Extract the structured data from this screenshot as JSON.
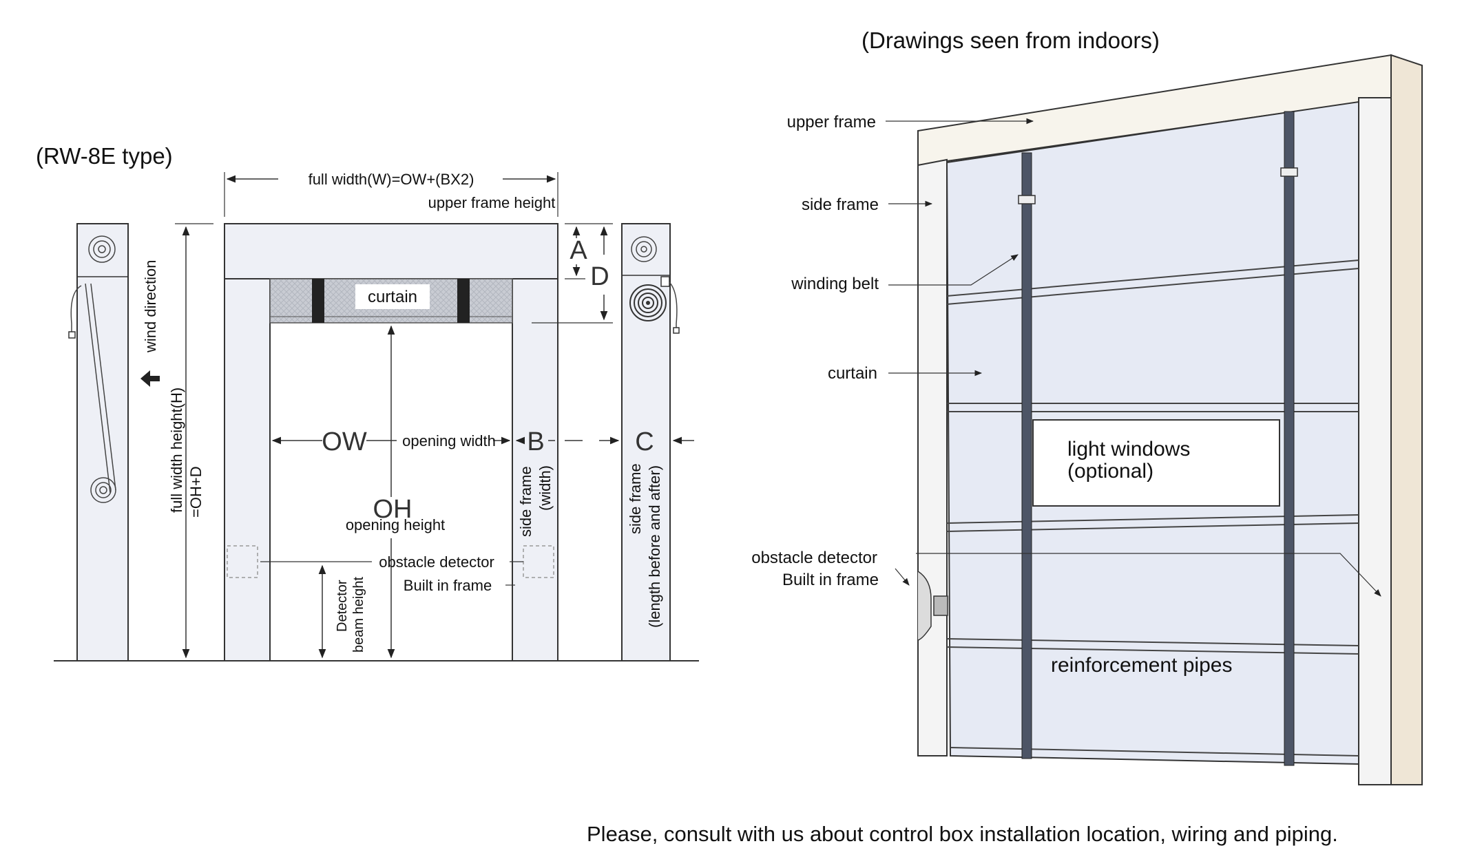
{
  "left": {
    "title": "(RW-8E type)",
    "full_width": "full width(W)=OW+(BX2)",
    "upper_frame_height": "upper frame height",
    "curtain": "curtain",
    "A": "A",
    "D": "D",
    "wind_direction": "wind direction",
    "full_height_1": "full width height(H)",
    "full_height_2": "=OH+D",
    "OW": "OW",
    "opening_width": "opening width",
    "B": "B",
    "C": "C",
    "OH": "OH",
    "opening_height": "opening height",
    "side_frame_b_1": "side frame",
    "side_frame_b_2": "(width)",
    "side_frame_c_1": "side frame",
    "side_frame_c_2": "(length before and after)",
    "obstacle_detector": "obstacle detector",
    "built_in_frame": "Built in frame",
    "detector_1": "Detector",
    "detector_2": "beam height"
  },
  "right": {
    "title": "(Drawings seen from indoors)",
    "upper_frame": "upper frame",
    "side_frame": "side frame",
    "winding_belt": "winding belt",
    "curtain": "curtain",
    "light_windows_1": "light windows",
    "light_windows_2": "(optional)",
    "obstacle_detector": "obstacle detector",
    "built_in_frame": "Built in frame",
    "reinforcement_pipes": "reinforcement pipes"
  },
  "footer": "Please, consult with us about control box installation location, wiring and piping.",
  "colors": {
    "frame_fill": "#eef0f6",
    "curtain_fill": "#e6eaf4",
    "belt": "#4d5566",
    "upper_front": "#f7f4ec",
    "upper_side": "#efe6d6"
  }
}
